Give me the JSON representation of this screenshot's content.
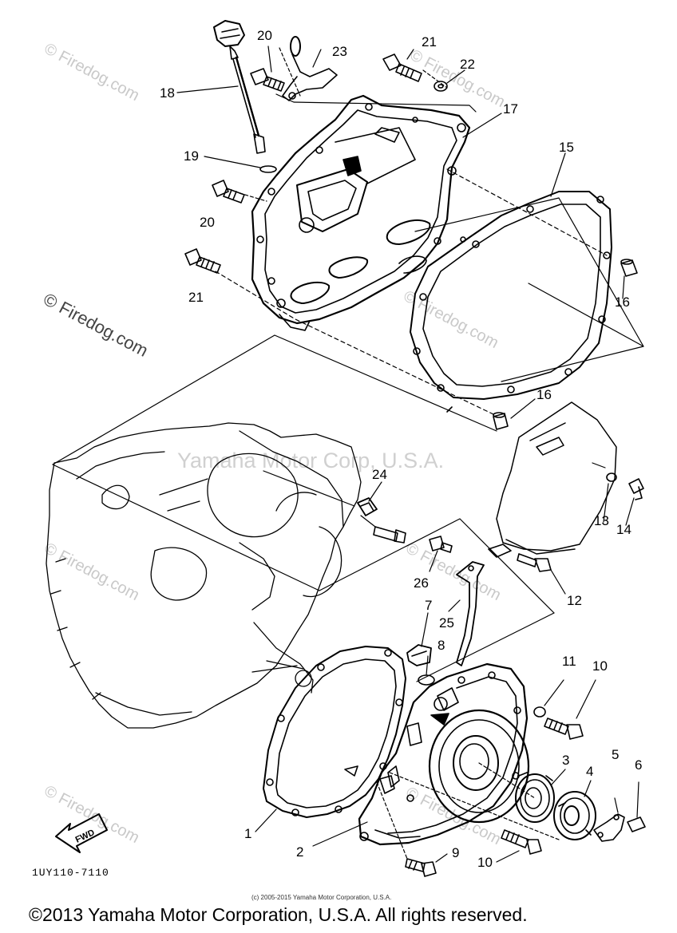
{
  "watermarks": {
    "site": "© Firedog.com",
    "center": "Yamaha Motor Corp, U.S.A."
  },
  "callouts": [
    "1",
    "2",
    "3",
    "4",
    "5",
    "6",
    "7",
    "8",
    "9",
    "10",
    "10",
    "11",
    "12",
    "13",
    "14",
    "15",
    "16",
    "16",
    "17",
    "18",
    "19",
    "20",
    "20",
    "21",
    "21",
    "22",
    "23",
    "24",
    "25",
    "26"
  ],
  "drawing_code": "1UY110-7110",
  "fwd_label": "FWD",
  "tiny_copyright": "(c) 2005-2015 Yamaha Motor Corporation, U.S.A.",
  "footer_copyright": "©2013 Yamaha Motor Corporation, U.S.A. All rights reserved.",
  "colors": {
    "line": "#000000",
    "watermark": "#c9c9c9",
    "background": "#ffffff"
  }
}
